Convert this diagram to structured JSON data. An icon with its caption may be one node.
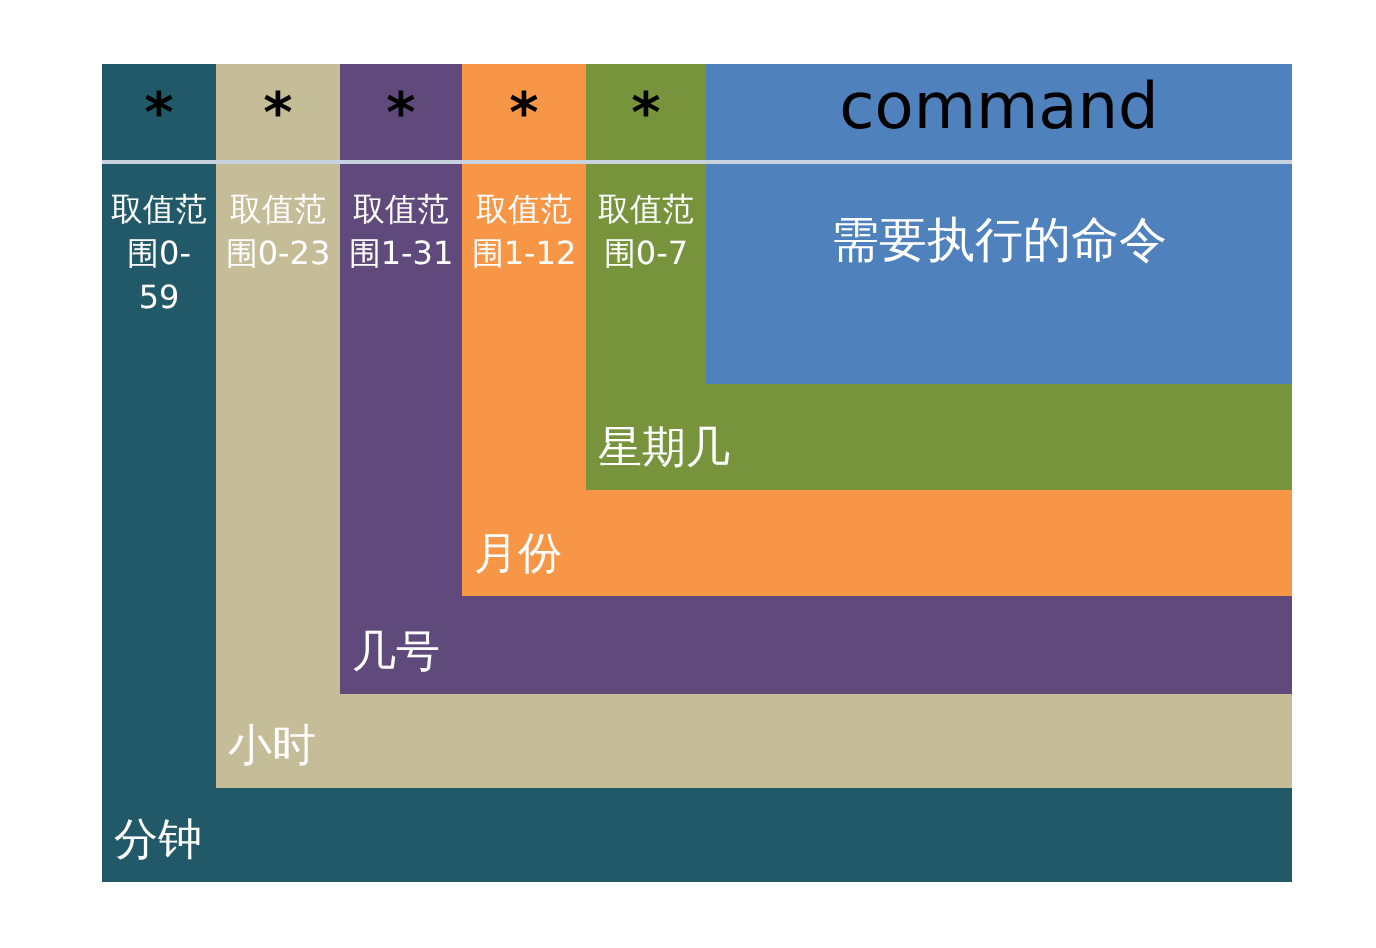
{
  "diagram": {
    "nodes": [
      {
        "text": [
          "*",
          "取值范围0-59",
          "分钟"
        ]
      },
      {
        "text": [
          "*",
          "取值范围0-23",
          "小时"
        ],
        "in": 0
      },
      {
        "text": [
          "*",
          "取值范围1-31",
          "几号"
        ],
        "in": 1
      },
      {
        "text": [
          "*",
          "取值范围1-12",
          "月份"
        ],
        "in": 2
      },
      {
        "text": [
          "*",
          "取值范围0-7",
          "星期几"
        ],
        "in": 3
      },
      {
        "text": [
          "command",
          "需要执行的命令"
        ],
        "in": 4
      }
    ]
  }
}
